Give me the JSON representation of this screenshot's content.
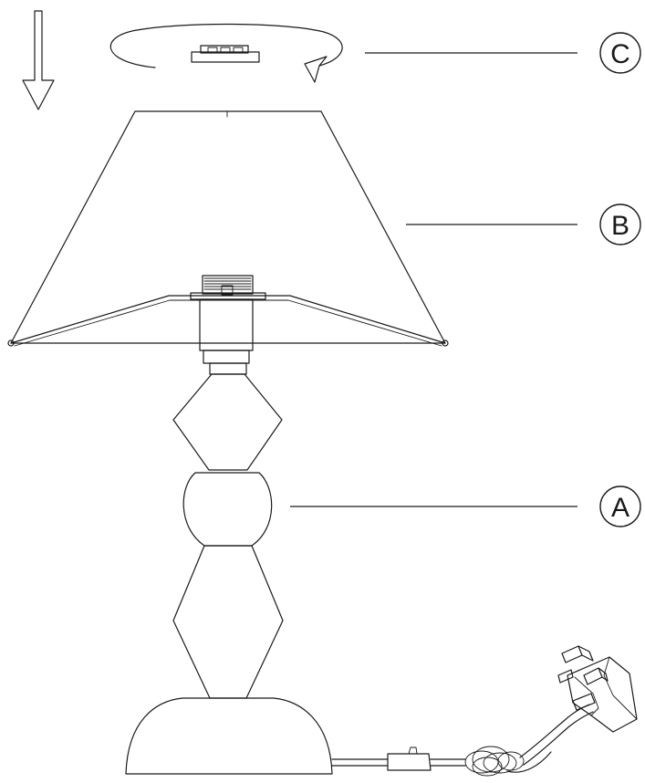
{
  "diagram": {
    "callouts": [
      {
        "id": "c",
        "letter": "C",
        "part": "finial"
      },
      {
        "id": "b",
        "letter": "B",
        "part": "lamp-shade"
      },
      {
        "id": "a",
        "letter": "A",
        "part": "lamp-base"
      }
    ],
    "icons": [
      "down-arrow-icon",
      "rotate-arrow-icon",
      "plug-icon"
    ],
    "colors": {
      "line": "#1a1a1a",
      "background": "#ffffff"
    }
  }
}
